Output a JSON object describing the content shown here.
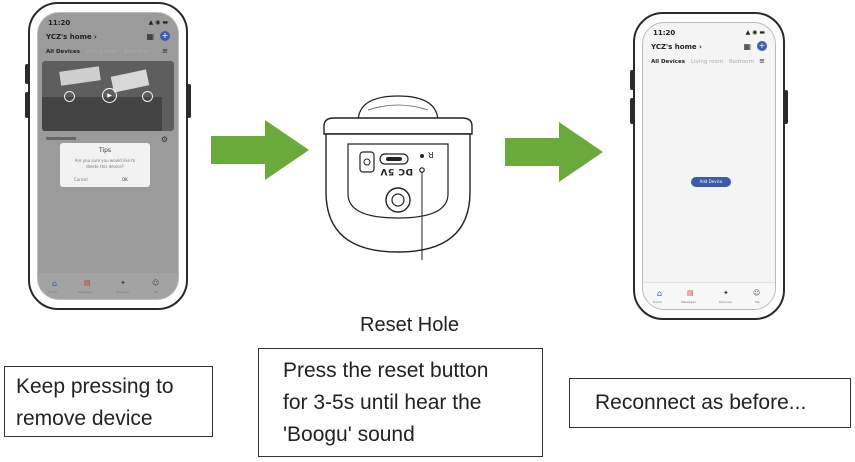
{
  "phone_left": {
    "time": "11:20",
    "home_title": "YCZ's home ›",
    "tabs": [
      "All Devices",
      "Living room",
      "Bedroom"
    ],
    "dialog": {
      "title": "Tips",
      "message_line1": "Are you sure you would like to",
      "message_line2": "delete this device?",
      "cancel_label": "Cancel",
      "ok_label": "OK"
    },
    "nav": [
      "Home",
      "Messages",
      "Discover",
      "Me"
    ]
  },
  "phone_right": {
    "time": "11:20",
    "home_title": "YCZ's home ›",
    "tabs": [
      "All Devices",
      "Living room",
      "Bedroom"
    ],
    "add_device_label": "Add Device",
    "nav": [
      "Home",
      "Messages",
      "Discover",
      "Me"
    ]
  },
  "camera": {
    "port_label": "DC 5V",
    "reset_label": "Reset Hole"
  },
  "captions": {
    "step1_line1": "Keep pressing to",
    "step1_line2": "remove device",
    "step2_line1": "Press the reset button",
    "step2_line2": "for 3-5s until hear the",
    "step2_line3": "'Boogu' sound",
    "step3": "Reconnect as before..."
  },
  "colors": {
    "arrow": "#6aaa3a",
    "dialog_overlay": "#9a9a9a"
  }
}
